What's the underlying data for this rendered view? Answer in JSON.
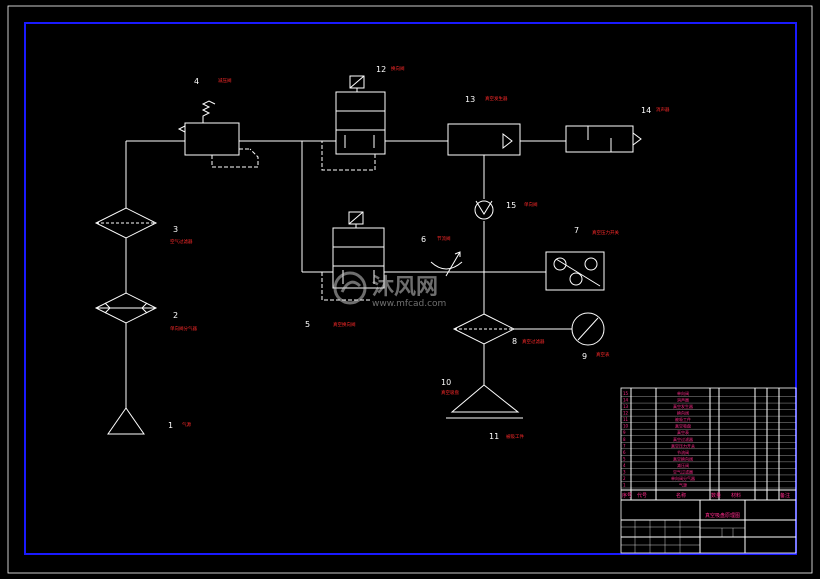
{
  "components": [
    {
      "id": "1",
      "number": "1",
      "label": "气源"
    },
    {
      "id": "2",
      "number": "2",
      "label": "单向阀分气器"
    },
    {
      "id": "3",
      "number": "3",
      "label": "空气过滤器"
    },
    {
      "id": "4",
      "number": "4",
      "label": "减压阀"
    },
    {
      "id": "5",
      "number": "5",
      "label": "真空换向阀"
    },
    {
      "id": "6",
      "number": "6",
      "label": "节流阀"
    },
    {
      "id": "7",
      "number": "7",
      "label": "真空压力开关"
    },
    {
      "id": "8",
      "number": "8",
      "label": "真空过滤器"
    },
    {
      "id": "9",
      "number": "9",
      "label": "真空表"
    },
    {
      "id": "10",
      "number": "10",
      "label": "真空吸盘"
    },
    {
      "id": "11",
      "number": "11",
      "label": "被吸工件"
    },
    {
      "id": "12",
      "number": "12",
      "label": "换向阀"
    },
    {
      "id": "13",
      "number": "13",
      "label": "真空发生器"
    },
    {
      "id": "14",
      "number": "14",
      "label": "消声器"
    },
    {
      "id": "15",
      "number": "15",
      "label": "单向阀"
    }
  ],
  "title_block": {
    "drawing_title": "真空吸盘原理图",
    "header_seq": "序号",
    "header_code": "代号",
    "header_name": "名称",
    "header_qty": "数量",
    "header_material": "材料",
    "header_remark": "备注"
  },
  "watermark": {
    "cn": "沐风网",
    "url": "www.mfcad.com"
  },
  "colors": {
    "background": "#000000",
    "frame": "#1a1aff",
    "line": "#ffffff",
    "label": "#ff2a2a",
    "title_block_text": "#ff2a8a"
  }
}
